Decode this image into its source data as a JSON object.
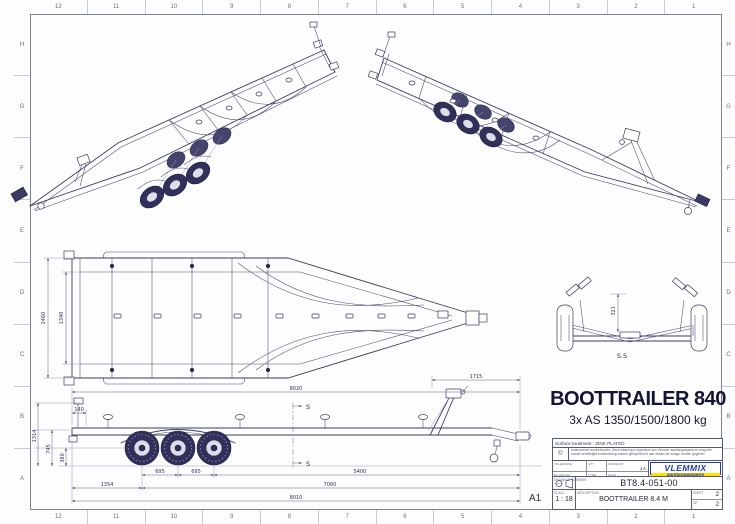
{
  "sheet": {
    "format": "A1",
    "zone_numbers": [
      "12",
      "11",
      "10",
      "9",
      "8",
      "7",
      "6",
      "5",
      "4",
      "3",
      "2",
      "1"
    ],
    "zone_letters": [
      "H",
      "G",
      "F",
      "E",
      "D",
      "C",
      "B",
      "A"
    ]
  },
  "heading": {
    "title": "BOOTTRAILER 840",
    "subtitle": "3x AS 1350/1500/1800 kg"
  },
  "dims": {
    "side": {
      "overall_top": "8020",
      "drawbar": "1715",
      "height_total": "1314",
      "height_frame": "745",
      "height_axle": "380",
      "rear_post": "140",
      "axle_gap_1": "695",
      "axle_gap_2": "695",
      "rear_to_axle": "1354",
      "axle_to_front": "5400",
      "frame_length": "7060",
      "overall_bottom": "8010",
      "cut_label": "S"
    },
    "plan": {
      "overall_width": "2460",
      "inner_width": "1340"
    },
    "section": {
      "roller_height": "321",
      "label": "S.S"
    }
  },
  "title_block": {
    "surface": "Surface treatment : ZINK PLATED",
    "note_symbol": "©",
    "note_text": "Auteursrecht voorbehouden. Deze tekening is eigendom van Vlemmix aanhangwagens en mag niet zonder schriftelijke toestemming worden gekopieerd of aan derden ter inzage worden gegeven.",
    "fields_row1": [
      {
        "label": "TOLERANCE",
        "value": ""
      },
      {
        "label": "QTY",
        "value": ""
      },
      {
        "label": "DRAWN BY",
        "value": "J.A."
      }
    ],
    "fields_row2": [
      {
        "label": "EC 2007/46",
        "value": ""
      },
      {
        "label": "TYPE",
        "value": ""
      },
      {
        "label": "DATE",
        "value": "27-5-2011"
      }
    ],
    "brand": {
      "name": "VLEMMIX",
      "tagline": "aanhangwagens"
    },
    "drawing_no_label": "DRAWING NUMBER",
    "drawing_no": "BT8.4-051-00",
    "scale_label": "SCALE",
    "scale_value": "1 : 18",
    "description_label": "DESCRIPTION",
    "description_value": "BOOTTRAILER 8.4 M",
    "sheet_label": "SHEET",
    "sheet_value": "2",
    "of_label": "OF",
    "of_value": "2",
    "format_value": "A1"
  },
  "colors": {
    "line": "#3b3b63",
    "brand_blue": "#2339a8",
    "brand_yellow": "#ffdf00"
  }
}
